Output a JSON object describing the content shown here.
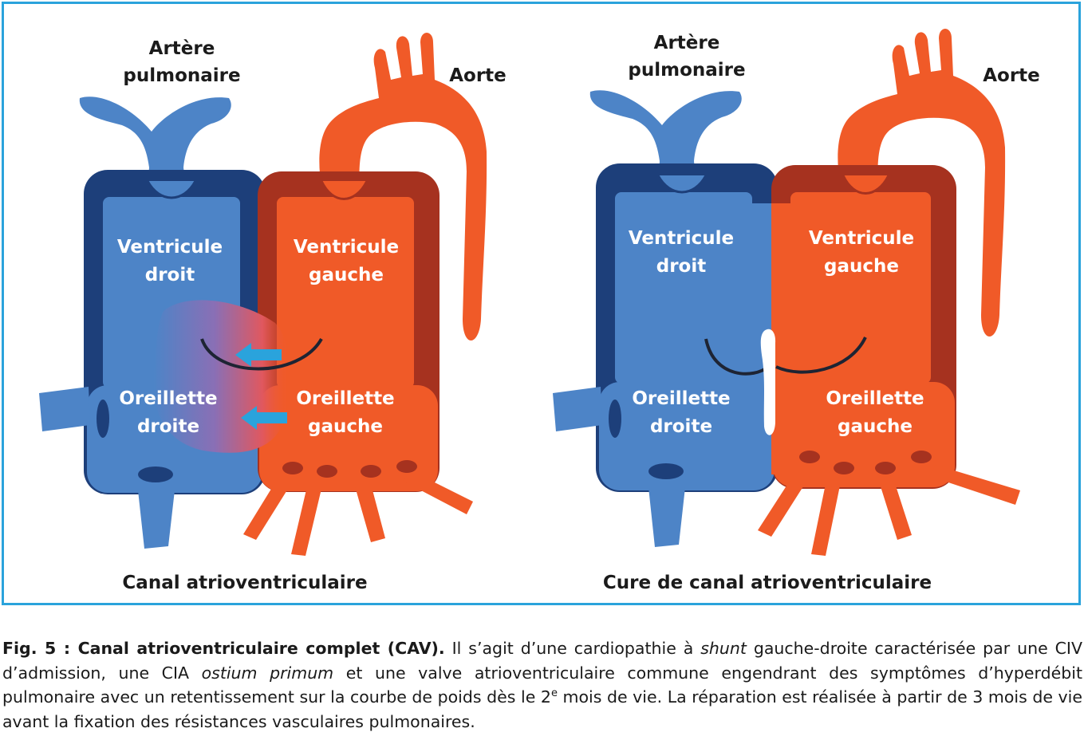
{
  "colors": {
    "frame": "#2aa3dc",
    "blue": "#4d84c7",
    "blue_dark": "#1d3f7a",
    "red": "#f05a28",
    "red_dark": "#a6321f"
  },
  "left_panel": {
    "label_artery_line1": "Artère",
    "label_artery_line2": "pulmonaire",
    "label_aorta": "Aorte",
    "label_rv_line1": "Ventricule",
    "label_rv_line2": "droit",
    "label_lv_line1": "Ventricule",
    "label_lv_line2": "gauche",
    "label_ra_line1": "Oreillette",
    "label_ra_line2": "droite",
    "label_la_line1": "Oreillette",
    "label_la_line2": "gauche",
    "title": "Canal atrioventriculaire"
  },
  "right_panel": {
    "label_artery_line1": "Artère",
    "label_artery_line2": "pulmonaire",
    "label_aorta": "Aorte",
    "label_rv_line1": "Ventricule",
    "label_rv_line2": "droit",
    "label_lv_line1": "Ventricule",
    "label_lv_line2": "gauche",
    "label_ra_line1": "Oreillette",
    "label_ra_line2": "droite",
    "label_la_line1": "Oreillette",
    "label_la_line2": "gauche",
    "title": "Cure de canal atrioventriculaire"
  },
  "caption": {
    "fig_label": "Fig. 5 : Canal atrioventriculaire complet (CAV).",
    "text_1": " Il s’agit d’une cardiopathie à ",
    "italic_1": "shunt",
    "text_2": " gauche-droite caractérisée par une CIV d’admission, une CIA ",
    "italic_2": "ostium primum",
    "text_3": " et une valve atrioventriculaire commune engendrant des symptômes d’hyperdébit pulmonaire avec un retentissement sur la courbe de poids dès le 2",
    "superscript": "e",
    "text_4": " mois de vie. La réparation est réalisée à partir de 3 mois de vie avant la fixation des résistances vasculaires pulmonaires."
  }
}
